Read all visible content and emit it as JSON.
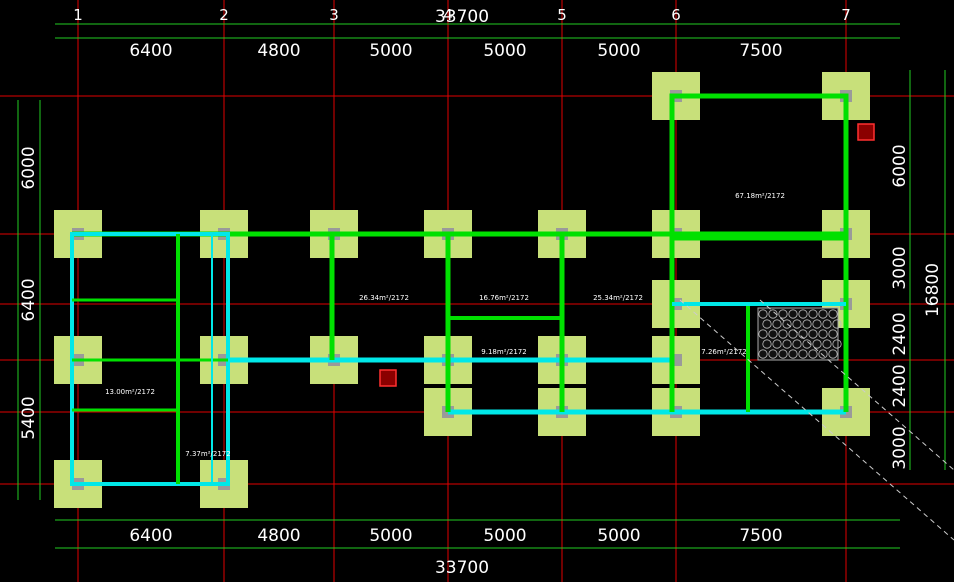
{
  "axes": [
    "1",
    "2",
    "3",
    "4",
    "5",
    "6",
    "7"
  ],
  "top_total": "33700",
  "bottom_total": "33700",
  "top_spans": [
    "6400",
    "4800",
    "5000",
    "5000",
    "5000",
    "7500"
  ],
  "bottom_spans": [
    "6400",
    "4800",
    "5000",
    "5000",
    "5000",
    "7500"
  ],
  "left_dims": [
    "6000",
    "6400",
    "5400"
  ],
  "right_dims": [
    "6000",
    "3000",
    "2400",
    "2400",
    "3000"
  ],
  "right_total": "16800",
  "room_areas": [
    "26.34m²/2172",
    "16.76m²/2172",
    "25.34m²/2172",
    "67.18m²/2172",
    "9.18m²/2172",
    "7.26m²/2172",
    "7.37m²/2172",
    "13.00m²/2172"
  ],
  "colors": {
    "grid": "#e00000",
    "wall_green": "#00e000",
    "wall_cyan": "#00e8e8",
    "column_pad": "#c8e07a",
    "dim_line": "#22cc22",
    "magenta": "#ff00ff"
  }
}
